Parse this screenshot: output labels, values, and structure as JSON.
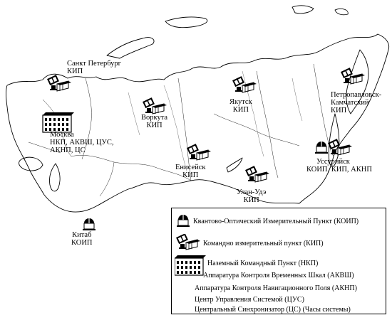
{
  "map": {
    "sites": [
      {
        "lines": [
          "Санкт Петербург",
          "КИП"
        ]
      },
      {
        "lines": [
          "Воркута",
          "КИП"
        ]
      },
      {
        "lines": [
          "Якутск",
          "КИП"
        ]
      },
      {
        "lines": [
          "Петропавловск-",
          "Камчатский",
          "КИП"
        ]
      },
      {
        "lines": [
          "Москва",
          "НКП, АКВШ, ЦУС,",
          "АКНП, ЦС"
        ]
      },
      {
        "lines": [
          "Енисейск",
          "КИП"
        ]
      },
      {
        "lines": [
          "Уссурийск",
          "КОИП, КИП, АКНП"
        ]
      },
      {
        "lines": [
          "Улан-Удэ",
          "КИП"
        ]
      },
      {
        "lines": [
          "Китаб",
          "КОИП"
        ]
      }
    ]
  },
  "legend": {
    "koip": "Квантово-Оптический Измерительный Пункт (КОИП)",
    "kip": "Командно измерительный пункт (КИП)",
    "nkp": "Наземный Командный Пункт (НКП)",
    "akvsh": "Аппаратура Контроля Временных Шкал (АКВШ)",
    "aknp": "Аппаратура Контроля Навигационного Поля (АКНП)",
    "tsus": "Центр Управления Системой (ЦУС)",
    "ts": "Центральный Синхронизатор (ЦС) (Часы системы)"
  }
}
